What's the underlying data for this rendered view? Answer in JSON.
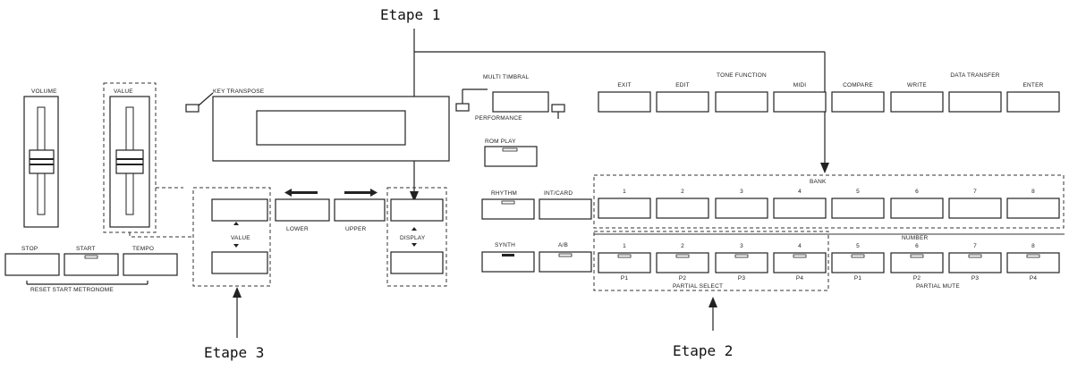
{
  "callouts": {
    "etape1": "Etape 1",
    "etape2": "Etape 2",
    "etape3": "Etape 3"
  },
  "sliders": {
    "volume": "VOLUME",
    "value": "VALUE"
  },
  "transport": {
    "stop": "STOP",
    "start": "START",
    "tempo": "TEMPO",
    "sublabel": "RESET START  METRONOME"
  },
  "key_transpose": "KEY TRANSPOSE",
  "value_group": {
    "label": "VALUE"
  },
  "shift": {
    "lower": "LOWER",
    "upper": "UPPER"
  },
  "display_group": {
    "label": "DISPLAY"
  },
  "left_mode": {
    "multi_timbral": "MULTI TIMBRAL",
    "performance": "PERFORMANCE",
    "rom_play": "ROM PLAY",
    "rhythm": "RHYTHM",
    "int_card": "INT/CARD",
    "synth": "SYNTH",
    "a_b": "A/B"
  },
  "top_row": [
    "EXIT",
    "EDIT",
    "TONE FUNCTION",
    "MIDI",
    "COMPARE",
    "WRITE",
    "DATA TRANSFER",
    "ENTER"
  ],
  "bank": {
    "label": "BANK",
    "numbers": [
      "1",
      "2",
      "3",
      "4",
      "5",
      "6",
      "7",
      "8"
    ]
  },
  "number_label": "NUMBER",
  "number_row": [
    "1",
    "2",
    "3",
    "4",
    "5",
    "6",
    "7",
    "8"
  ],
  "partial_row": [
    "P1",
    "P2",
    "P3",
    "P4",
    "P1",
    "P2",
    "P3",
    "P4"
  ],
  "partial_select": "PARTIAL SELECT",
  "partial_mute": "PARTIAL MUTE"
}
